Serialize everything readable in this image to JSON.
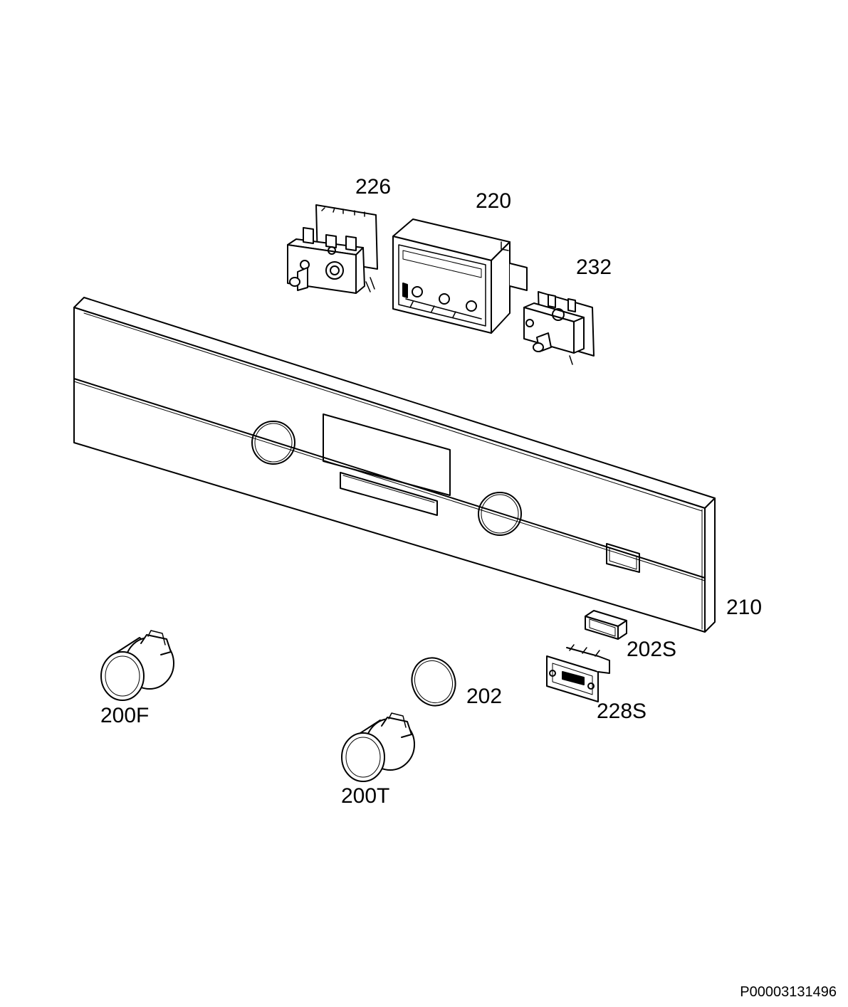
{
  "part_labels": {
    "p226": "226",
    "p220": "220",
    "p232": "232",
    "p210": "210",
    "p202S": "202S",
    "p228S": "228S",
    "p202": "202",
    "p200F": "200F",
    "p200T": "200T"
  },
  "drawing_code": "P00003131496",
  "colors": {
    "line": "#000000",
    "background": "#ffffff"
  }
}
